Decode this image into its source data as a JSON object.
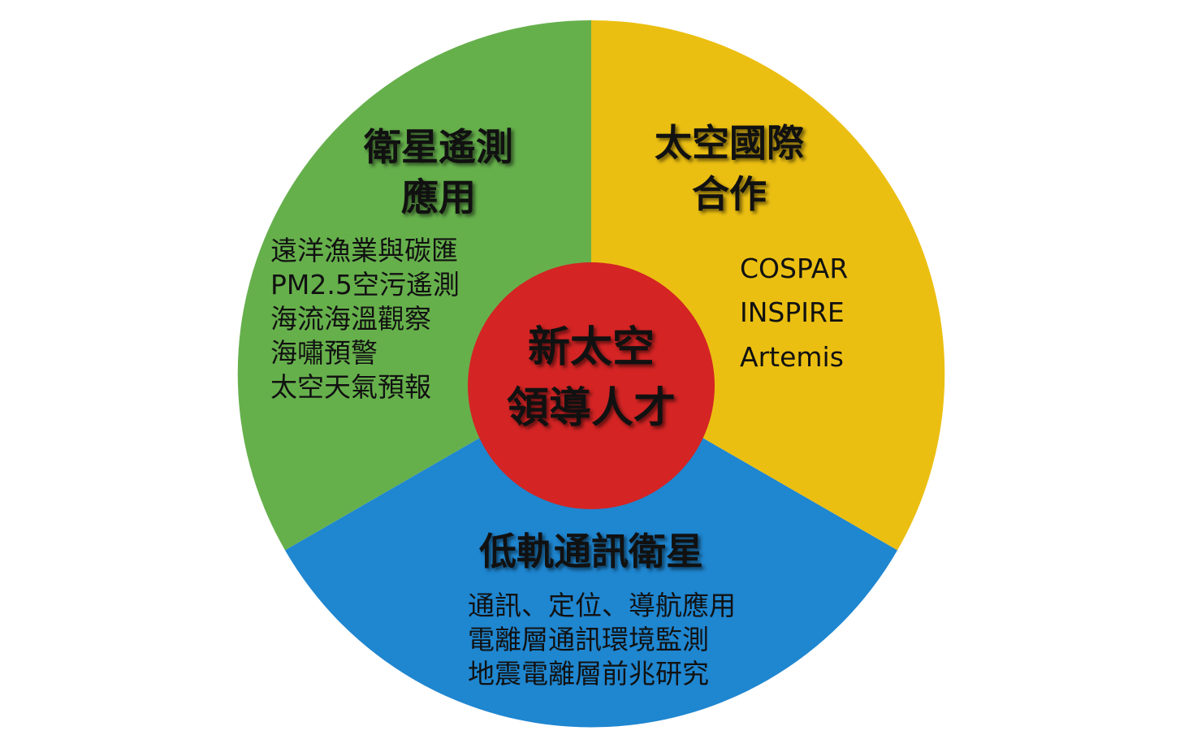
{
  "colors": {
    "green": "#66b04c",
    "yellow": "#ebbf12",
    "blue": "#1f86d0",
    "red": "#d42424",
    "text": "#111111"
  },
  "center": {
    "lines": [
      "新太空",
      "領導人才"
    ]
  },
  "sectors": {
    "remote_sensing": {
      "title_lines": [
        "衛星遙測",
        "應用"
      ],
      "items": [
        "遠洋漁業與碳匯",
        "PM2.5空污遙測",
        "海流海溫觀察",
        "海嘯預警",
        "太空天氣預報"
      ]
    },
    "international": {
      "title_lines": [
        "太空國際",
        "合作"
      ],
      "items": [
        "COSPAR",
        "INSPIRE",
        "Artemis"
      ]
    },
    "leo_comm": {
      "title_lines": [
        "低軌通訊衛星"
      ],
      "items": [
        "通訊、定位、導航應用",
        "電離層通訊環境監測",
        "地震電離層前兆研究"
      ]
    }
  }
}
